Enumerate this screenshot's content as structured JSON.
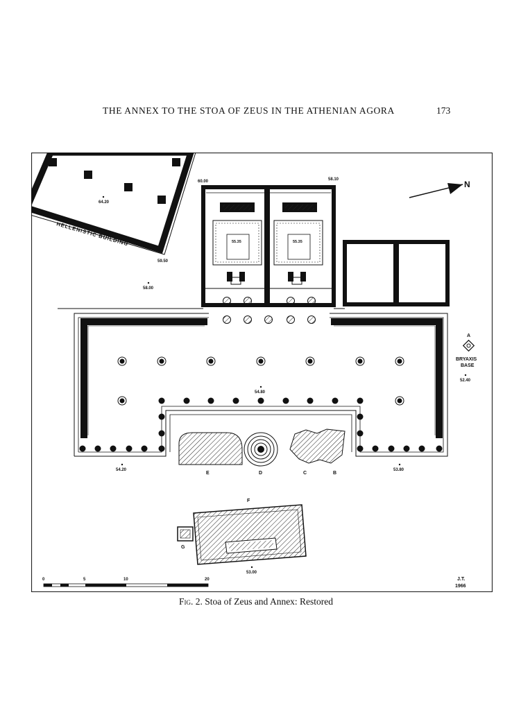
{
  "header": {
    "running_title": "THE ANNEX TO THE STOA OF ZEUS IN THE ATHENIAN AGORA",
    "page_number": "173"
  },
  "figure": {
    "building_label": "HELLENISTIC BUILDING",
    "north_label": "N",
    "bryaxis_label_1": "BRYAXIS",
    "bryaxis_label_2": "BASE",
    "letters": {
      "a": "A",
      "b": "B",
      "c": "C",
      "d": "D",
      "e": "E",
      "f": "F",
      "g": "G"
    },
    "elevations": {
      "e6420": "64.20",
      "e6000": "60.00",
      "e5810": "58.10",
      "e5950": "59.50",
      "e5800": "58.00",
      "e5535a": "55.35",
      "e5535b": "55.35",
      "e5480": "54.80",
      "e5240": "52.40",
      "e5420": "54.20",
      "e5380": "53.80",
      "e5300": "53.00"
    },
    "scale": {
      "s0": "0",
      "s5": "5",
      "s10": "10",
      "s20": "20"
    },
    "signature_1": "J.T.",
    "signature_2": "1966"
  },
  "caption": {
    "fig_label": "Fig. 2.",
    "text": "Stoa of Zeus and Annex: Restored"
  }
}
